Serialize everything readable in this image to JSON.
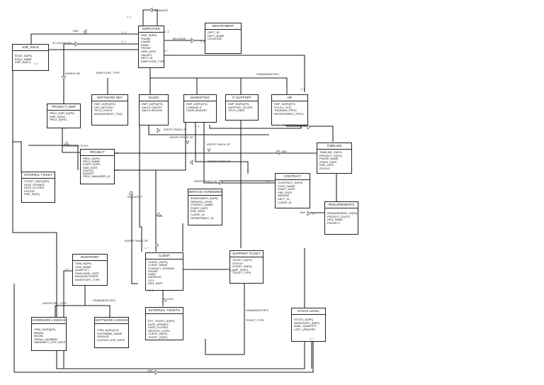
{
  "entities": {
    "employee": {
      "title": "EMPLOYEE",
      "attrs": [
        "EMP_ID(PK)",
        "FNAME",
        "LNAME",
        "EMAIL",
        "PHONE",
        "HIRE_DATE",
        "SALARY",
        "DEPT_ID",
        "EMPLOYEE_TYPE"
      ]
    },
    "department": {
      "title": "DEPARTMENT",
      "attrs": [
        "DEPT_ID",
        "DEPT_NAME",
        "LOCATION"
      ]
    },
    "job_roles": {
      "title": "JOB_ROLE",
      "attrs": [
        "ROLE_ID(PK)",
        "ROLE_NAME",
        "EMP_ID(FK)"
      ]
    },
    "project_emp": {
      "title": "PROJECT_EMP",
      "attrs": [
        "PROJ_EMP_ID(PK)",
        "EMP_ID(FK)",
        "PROJ_ID(FK)"
      ]
    },
    "software_dev": {
      "title": "SOFTWARE DEV",
      "attrs": [
        "EMP_ID(PK)(FK)",
        "DEV_METHOD",
        "TECH_STACK",
        "MANAGEMENT_TOOL"
      ]
    },
    "sales": {
      "title": "SALES",
      "attrs": [
        "EMP_ID(PK)(FK)",
        "SALES TARGET",
        "SALES REGION"
      ]
    },
    "marketing": {
      "title": "MARKETING",
      "attrs": [
        "EMP_ID(PK)(FK)",
        "CHANNELS",
        "CAMP_BUDGET"
      ]
    },
    "it_support": {
      "title": "IT SUPPORT",
      "attrs": [
        "EMP_ID(PK)(FK)",
        "SUPPORT_SCOPE",
        "TECH_USED"
      ]
    },
    "hr": {
      "title": "HR",
      "attrs": [
        "EMP_ID(PK)(FK)",
        "POLICY_DOC",
        "TRAINING_PROG",
        "RECRUITMENT_PROC"
      ]
    },
    "project": {
      "title": "PROJECT",
      "attrs": [
        "PROJ_ID(PK)",
        "PROJ_NAME",
        "START_DATE",
        "END_DATE",
        "STATUS",
        "BUDGET",
        "PROJ_MANAGER_ID"
      ]
    },
    "timeline": {
      "title": "TIMELINE",
      "attrs": [
        "TIMELINE_ID(PK)",
        "PROJECT_ID(FK)",
        "PHASE_NAME",
        "START_DATE",
        "END_DATE",
        "STATUS"
      ]
    },
    "internal_ticket": {
      "title": "INTERNAL TICKET",
      "attrs": [
        "TICKET_ID(PK)(FK)",
        "DATE_OPENED",
        "DATE_CLOSED",
        "STATUS",
        "EMP_ID(FK)"
      ]
    },
    "service_agreement": {
      "title": "SERVICE AGREEMENT",
      "attrs": [
        "AGREEMENT_ID(PK)",
        "SERVICE_LEVEL",
        "CONTACT_NAME",
        "START_DATE",
        "END_DATE",
        "CLIENT_ID",
        "DEPARTMENT_ID"
      ]
    },
    "contract": {
      "title": "CONTRACT",
      "attrs": [
        "CONTRACT_ID(PK)",
        "CONT_NAME",
        "START_DATE",
        "END_DATE",
        "AMOUNT",
        "DEPT_ID",
        "CLIENT_ID"
      ]
    },
    "requirements": {
      "title": "REQUIREMENTS",
      "attrs": [
        "REQUIREMENT_ID(PK)",
        "PROJECT_ID(FK)",
        "REQ_NAME",
        "PRIORITY"
      ]
    },
    "inventory": {
      "title": "INVENTORY",
      "attrs": [
        "ITEM_ID(PK)",
        "ITEM_NAME",
        "QUANTITY",
        "PURCHASE_DATE",
        "MANUFACTURER",
        "INVENTORY_TYPE"
      ]
    },
    "client": {
      "title": "CLIENT",
      "attrs": [
        "CLIENT_ID(PK)",
        "CLIENT_NAME",
        "CONTACT_PERSON",
        "PHONE",
        "EMAIL",
        "ADDRESS",
        "CITY",
        "REG_DATE"
      ]
    },
    "support_ticket": {
      "title": "SUPPORT TICKET",
      "attrs": [
        "TICKET_ID(PK)",
        "STATUS",
        "CLIENT_ID(FK)",
        "EMP_ID(FK)",
        "TICKET_TYPE"
      ]
    },
    "hardware_licence": {
      "title": "HARDWARE LICENCE",
      "attrs": [
        "",
        "ITEM_ID(PK)(FK)",
        "BRAND",
        "MODEL",
        "SERIAL_NUMBER",
        "WARRANTY_EXP_DATE"
      ]
    },
    "software_licence": {
      "title": "SOFTWARE LICENCE",
      "attrs": [
        "ITEM_ID(PK)(FK)",
        "SOFTWARE_NAME",
        "VENDOR",
        "LICENCE_EXP_DATE"
      ]
    },
    "external_tickets": {
      "title": "EXTERNAL TICKETS",
      "attrs": [
        "",
        "EXT_TICKET_ID(PK)",
        "DATE_OPENED",
        "DATE_CLOSED",
        "SERVICE_LEVEL",
        "CLIENT_ID(FK)",
        "TICKET_ID(FK)"
      ]
    },
    "stock_level": {
      "title": "STOCK LEVEL",
      "attrs": [
        "STOCK_ID(PK)",
        "INVENTORY_ID(FK)",
        "AVAIL_QUANTITY",
        "LAST_UPDATED"
      ]
    }
  },
  "labels": {
    "manages": "MANAGES",
    "has_top": "HAS",
    "belongs": "BELONGS",
    "is_logged_by": "IS LOGGED BY",
    "works_on": "WORKS ON",
    "employee_type": "EMPLOYEE_TYPE",
    "or_mandatory_top": "OR(MANDATORY)",
    "keeps_track_of_1": "KEEPS TRACK OF",
    "keeps_track_of_2": "KEEPS TRACK OF",
    "keeps_track_of_3": "KEEPS TRACK OF",
    "keeps_track_of_4": "KEEPS TRACK OF",
    "keeps_track_of_5": "KEEPS TRACK OF",
    "keeps_track_of_6": "KEEPS TRACK OF",
    "keeps_track_of_7": "KEEPS TRACK OF",
    "is_assigned_to": "IS ASSIGNED TO BY",
    "has_timeline": "HAS",
    "requests": "REQUESTS",
    "has_req": "HAS",
    "inventory_type": "INVENTORY_TYPE",
    "or_optional": "OR(MANDATORY)",
    "or_mandatory_side": "OR(MANDATORY)",
    "ticket_type": "TICKET_TYPE",
    "has_bottom": "HAS",
    "logs": "LOGS",
    "has_mid": "HAS",
    "card_1_1a": "1..1",
    "card_1_1b": "1..1",
    "card_1_1c": "1..1",
    "card_1_1d": "1..1",
    "card_1_1e": "1..1",
    "card_1_star_a": "1..*",
    "card_1_star_b": "1..*",
    "card_1_star_c": "1..*",
    "card_1_star_d": "1..*",
    "card_1_star_e": "1..*",
    "card_1_star_f": "1..*",
    "card_1_star_g": "1..*",
    "card_1_star_h": "1..*",
    "card_1_1f": "1..1",
    "card_1_1g": "1..1",
    "card_1_1h": "1..1",
    "card_1_1i": "1..1",
    "card_1_1j": "1..1",
    "card_1_1k": "1..1"
  }
}
